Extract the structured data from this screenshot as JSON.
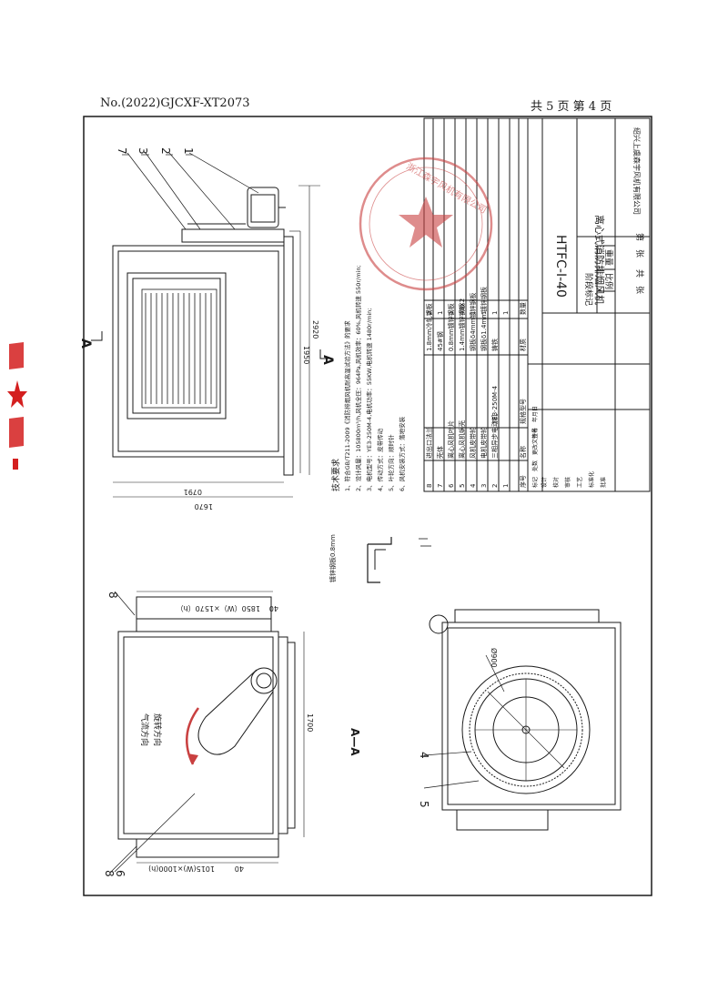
{
  "header": {
    "doc_no": "No.(2022)GJCXF-XT2073",
    "page": "共 5 页 第 4 页"
  },
  "title_block": {
    "product_name": "离心式消防排烟风机",
    "model": "HTFC-Ⅰ-40",
    "company": "绍兴上虞森宇风机有限公司",
    "stage_label": "阶段标记",
    "weight_label": "重量",
    "scale_label": "比例",
    "sheets_total": "共　张",
    "sheet_no": "第　张",
    "sign_rows": [
      "标记",
      "处数",
      "更改文件号",
      "签名",
      "年月日"
    ],
    "roles": [
      "设计",
      "校对",
      "审核",
      "工艺",
      "标准化",
      "批准"
    ]
  },
  "bom": {
    "headers": [
      "序号",
      "名称",
      "规格型号",
      "材质",
      "数量"
    ],
    "rows": [
      [
        "8",
        "进出口法兰",
        "",
        "1.8mm冷轧钢板",
        "2"
      ],
      [
        "7",
        "壳体",
        "",
        "45#钢",
        "1"
      ],
      [
        "6",
        "离心风机叶片",
        "",
        "0.8mm镀锌钢板",
        "1"
      ],
      [
        "5",
        "离心风机蜗壳",
        "",
        "1.4mm镀锌钢板",
        "48X2"
      ],
      [
        "4",
        "风机皮带轮",
        "",
        "钢板δ4mm镀锌钢板",
        "1"
      ],
      [
        "3",
        "电机皮带轮",
        "",
        "钢板δ1.4mm镀锌钢板",
        "1"
      ],
      [
        "2",
        "三相异步电动机",
        "YE3-250M-4",
        "铸铁",
        "1"
      ],
      [
        "1",
        "",
        "",
        "",
        "1"
      ]
    ]
  },
  "tech_req": {
    "heading": "技术要求",
    "items": [
      "1、符合GB/T211-2009《消防排烟风机耐高温试验方法》的要求",
      "2、设计风量：105800m³/h,风机全压：964Pa,风机效率：60%,风机转速 550r/min;",
      "3、电机型号：YE3-250M-4,电机功率：55KW,电机转速 1480r/min;",
      "4、传动方式：皮带传动",
      "5、叶轮方向：顺时针",
      "6、风机安装方式：落地安装"
    ]
  },
  "views": {
    "a_view_label": "A",
    "section_label": "A—A",
    "airflow_label": "气流方向",
    "rotation_label": "旋转方向",
    "gauge_note": "镀锌钢板0.8mm",
    "circle_label": "Ø900",
    "dim_2920": "2920",
    "dim_1950": "1950",
    "dim_1670": "1670",
    "dim_0791": "0791",
    "dim_1700": "1700",
    "dim_top_flange": "1850（W）×1570（h）",
    "dim_bottom_flange": "1015(W)×1000(h)",
    "dim_40": "40",
    "balloons": [
      "7",
      "3",
      "2",
      "1",
      "8",
      "6",
      "4",
      "5"
    ]
  },
  "stamp": {
    "text": "浙江森宇风机有限公司"
  },
  "colors": {
    "ink": "#1a1a1a",
    "stamp_red": "#c94040",
    "side_red": "#d41f1f"
  }
}
